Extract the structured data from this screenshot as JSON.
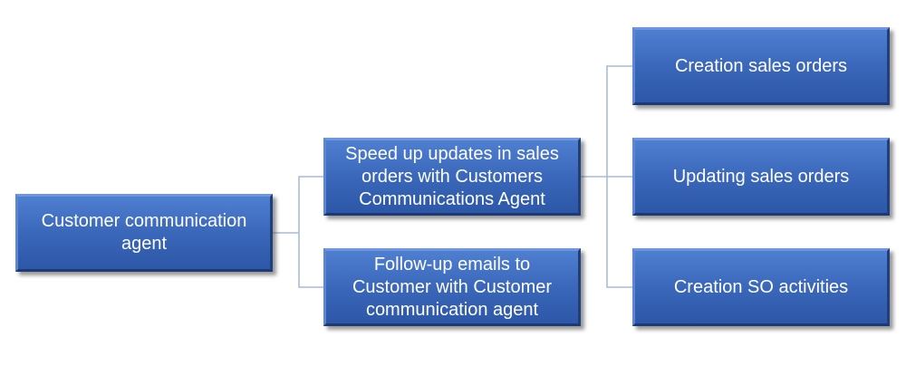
{
  "diagram": {
    "type": "hierarchy",
    "colors": {
      "node_fill": "#3b68bb",
      "node_border": "#2d57a8",
      "node_text": "#ffffff",
      "connector": "#a9bcd8",
      "background": "#ffffff"
    },
    "nodes": {
      "root": "Customer communication\nagent",
      "speed_up": "Speed up updates in sales\norders with Customers\nCommunications Agent",
      "follow_up": "Follow-up emails to\nCustomer with Customer\ncommunication agent",
      "creation_sales_orders": "Creation sales orders",
      "updating_sales_orders": "Updating sales orders",
      "creation_so_activities": "Creation SO activities"
    }
  }
}
